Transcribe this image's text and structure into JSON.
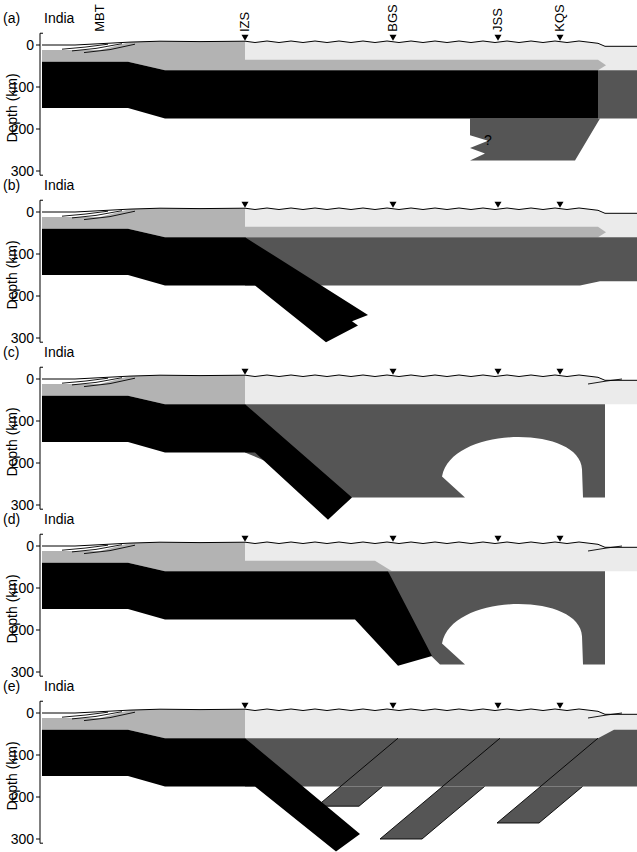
{
  "diagram": {
    "labels": [
      "MBT",
      "IZS",
      "BGS",
      "JSS",
      "KQS",
      "(a)",
      "India",
      "Depth (km)",
      "0",
      "100",
      "200",
      "300",
      "(b)",
      "India",
      "Depth (km)",
      "0",
      "100",
      "200",
      "300",
      "(c)",
      "India",
      "Depth (km)",
      "0",
      "100",
      "200",
      "300",
      "(d)",
      "India",
      "Depth (km)",
      "0",
      "100",
      "200",
      "300",
      "(e)",
      "India",
      "Depth (km)",
      "0",
      "100",
      "200",
      "300",
      "?"
    ]
  }
}
